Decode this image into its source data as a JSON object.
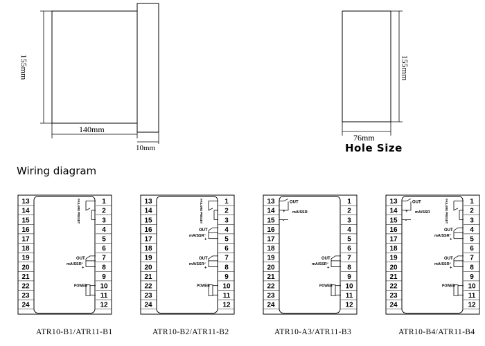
{
  "dimensions": {
    "left_height": "155mm",
    "width": "140mm",
    "bezel": "10mm",
    "right_height": "155mm",
    "hole_width": "76mm",
    "hole_size_label": "Hole Size"
  },
  "wiring_heading": "Wiring diagram",
  "terminals": {
    "left": [
      "13",
      "14",
      "15",
      "16",
      "17",
      "18",
      "19",
      "20",
      "21",
      "22",
      "23",
      "24"
    ],
    "right": [
      "1",
      "2",
      "3",
      "4",
      "5",
      "6",
      "7",
      "8",
      "9",
      "10",
      "11",
      "12"
    ]
  },
  "labels": {
    "alarm": "FAILURE PRESET",
    "out": "OUT",
    "ma_ssr": "mA/SSR",
    "power": "POWER",
    "plus": "+",
    "minus": "-"
  },
  "captions": [
    "ATR10-B1/ATR11-B1",
    "ATR10-B2/ATR11-B2",
    "ATR10-A3/ATR11-B3",
    "ATR10-B4/ATR11-B4"
  ]
}
